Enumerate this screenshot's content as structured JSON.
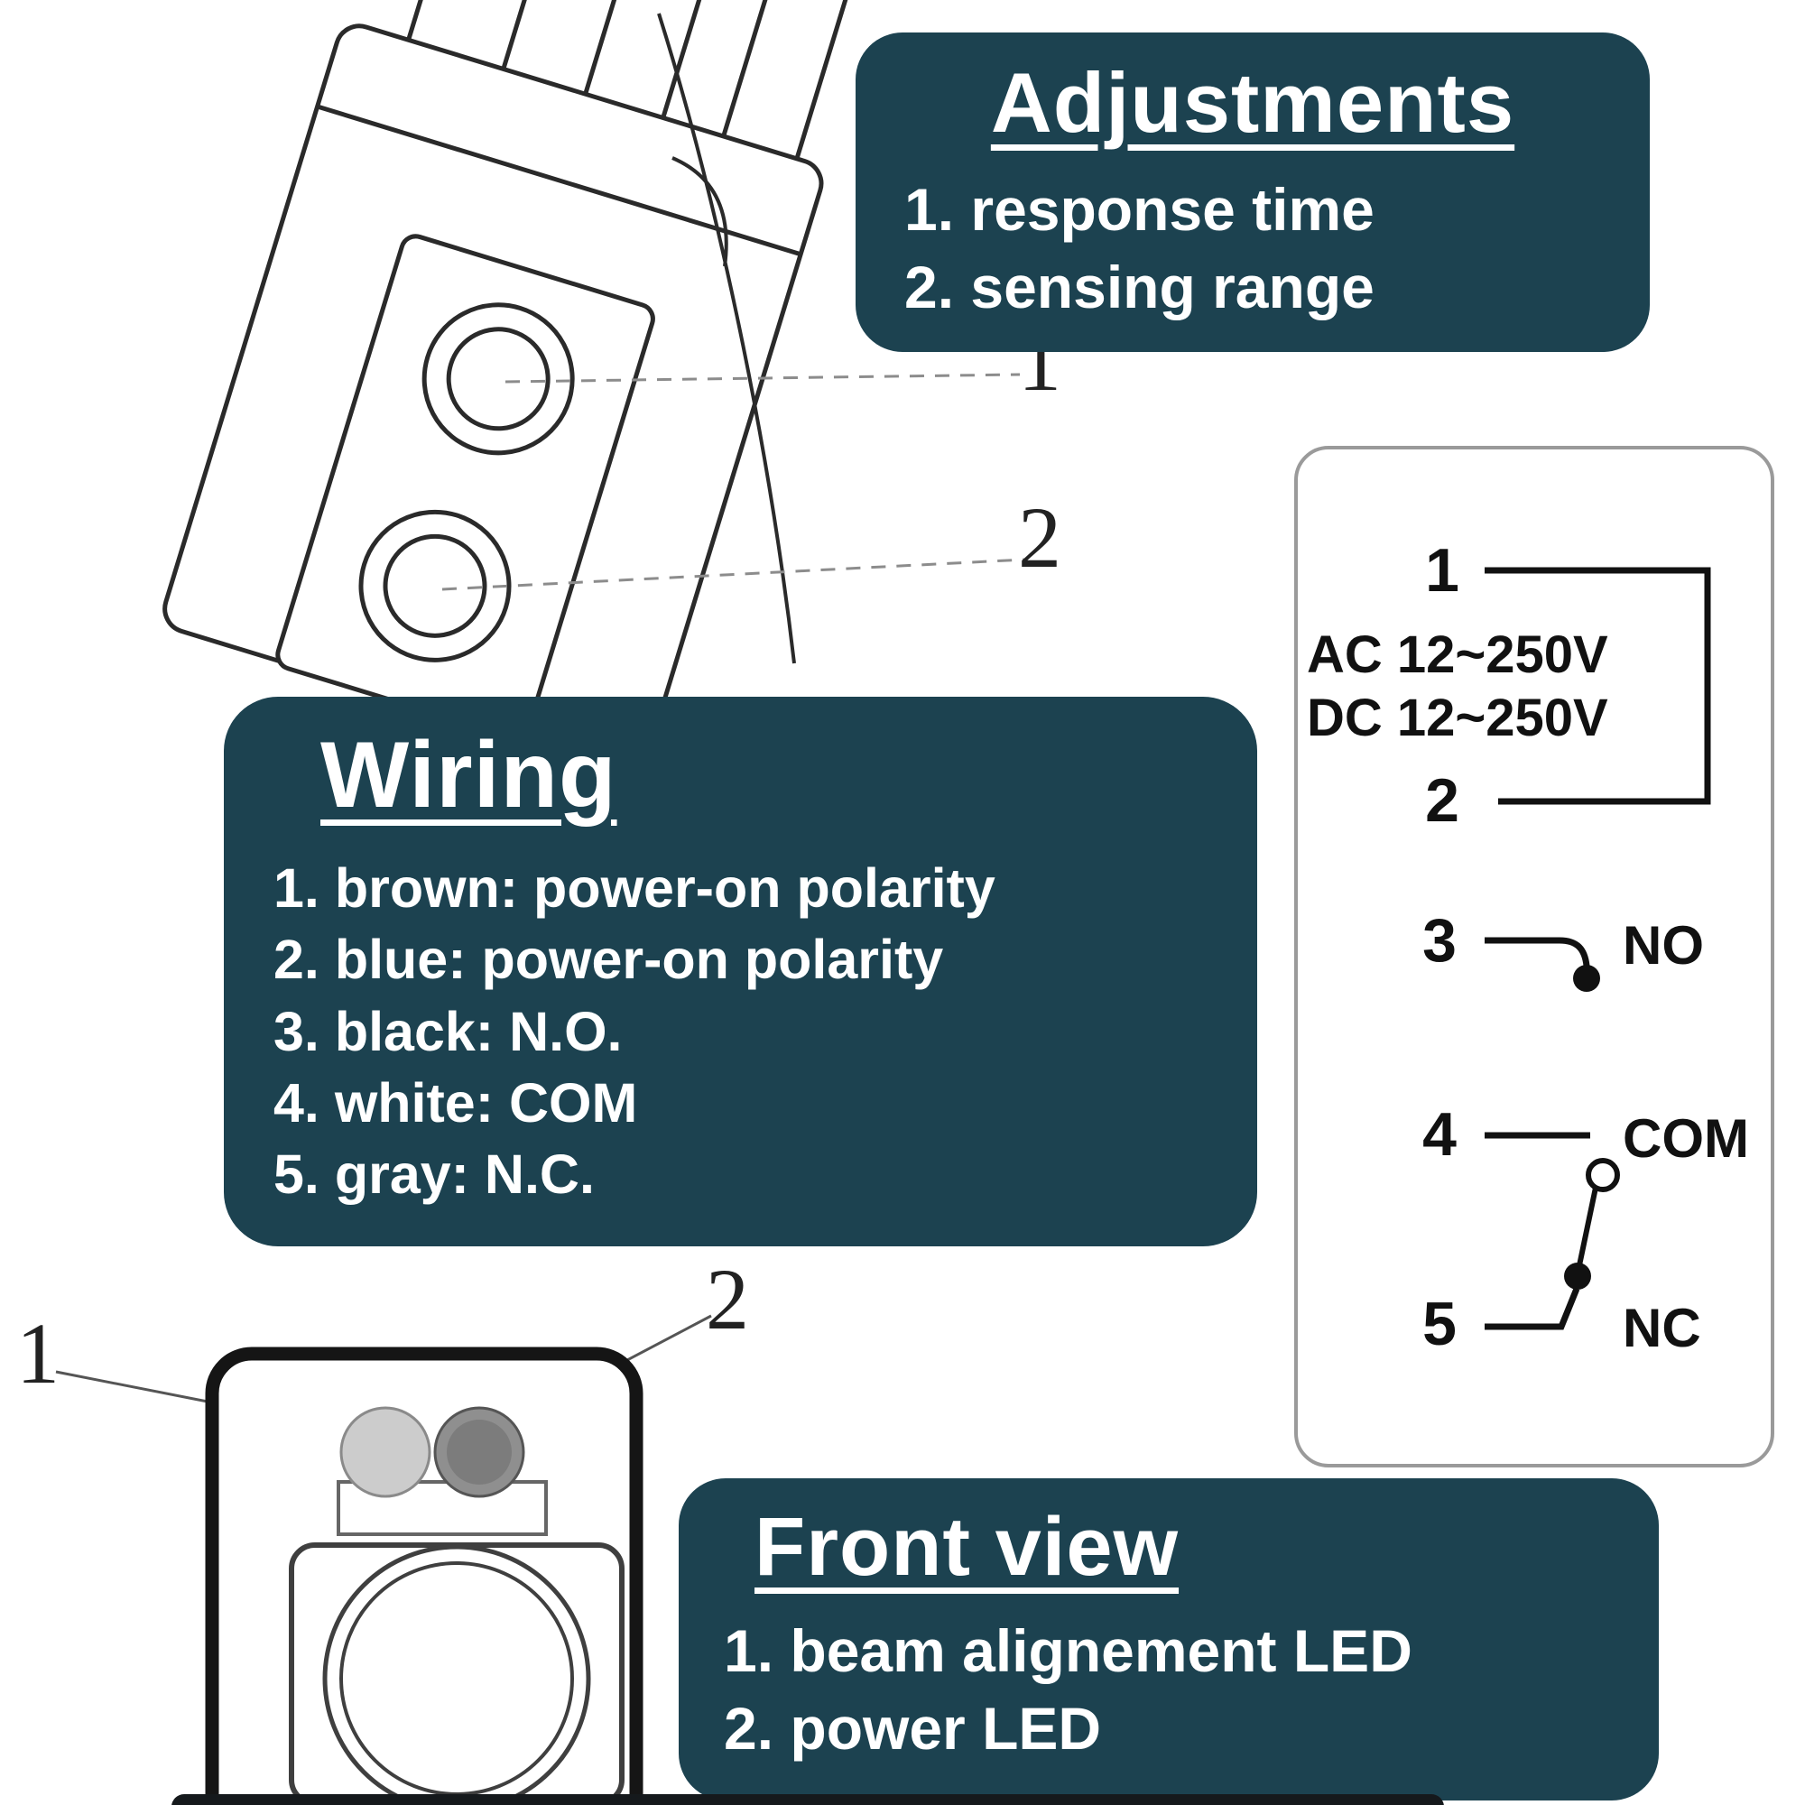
{
  "colors": {
    "panel_bg": "#1c4250",
    "panel_text": "#ffffff",
    "ink": "#2a2a2a"
  },
  "panels": {
    "adjustments": {
      "title": "Adjustments",
      "items": [
        "1. response time",
        "2. sensing range"
      ]
    },
    "wiring": {
      "title": "Wiring",
      "items": [
        "1. brown: power-on polarity",
        "2. blue: power-on polarity",
        "3. black: N.O.",
        "4. white: COM",
        "5. gray: N.C."
      ]
    },
    "front_view": {
      "title": "Front view",
      "items": [
        "1. beam alignement LED",
        "2. power LED"
      ]
    }
  },
  "circuit": {
    "power_rating_line1": "AC 12~250V",
    "power_rating_line2": "DC 12~250V",
    "terminal_1": "1",
    "terminal_2": "2",
    "terminal_3": "3",
    "terminal_4": "4",
    "terminal_5": "5",
    "label_no": "NO",
    "label_com": "COM",
    "label_nc": "NC"
  },
  "callouts": {
    "back_view_1": "1",
    "back_view_2": "2",
    "front_view_1": "1",
    "front_view_2": "2"
  }
}
